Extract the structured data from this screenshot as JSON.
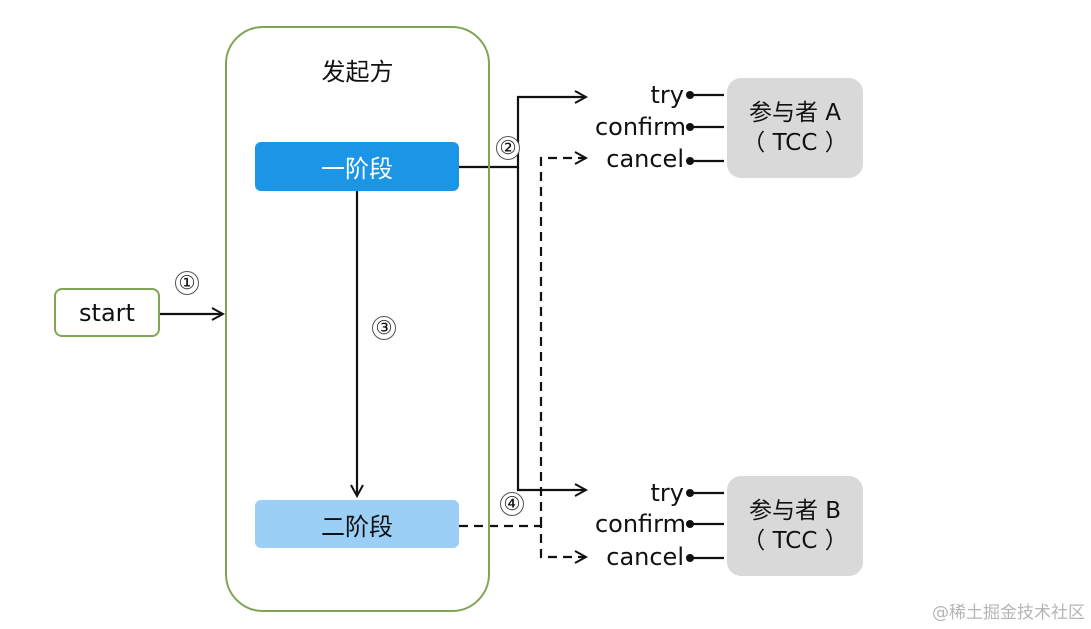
{
  "initiator": {
    "title": "发起方",
    "phase1": "一阶段",
    "phase2": "二阶段"
  },
  "start": {
    "label": "start"
  },
  "steps": [
    "①",
    "②",
    "③",
    "④"
  ],
  "participants": [
    {
      "name": "参与者 A",
      "sub": "（ TCC ）",
      "ops": [
        "try",
        "confirm",
        "cancel"
      ]
    },
    {
      "name": "参与者 B",
      "sub": "（ TCC ）",
      "ops": [
        "try",
        "confirm",
        "cancel"
      ]
    }
  ],
  "watermark": "@稀土掘金技术社区",
  "colors": {
    "border_green": "#7fa654",
    "phase1_blue": "#1b95e6",
    "phase2_blue": "#9ccff5",
    "participant_gray": "#d9d9d9"
  }
}
